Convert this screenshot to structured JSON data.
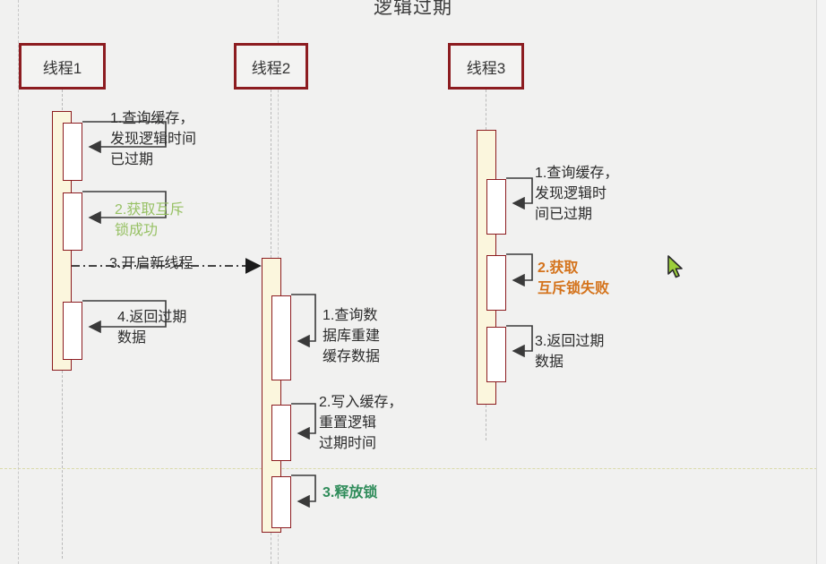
{
  "title": "逻辑过期",
  "colors": {
    "background": "#f1f1f0",
    "box_border": "#8c1c20",
    "activation_fill": "#fbf6dd",
    "inner_fill": "#ffffff",
    "text": "#2b2b2b",
    "green_light": "#97c164",
    "green_dark": "#2f8c5a",
    "orange": "#d4731c",
    "guide_line": "#d9d9a8",
    "cursor": "#9ccf3a"
  },
  "threads": [
    {
      "id": "thread1",
      "label": "线程1"
    },
    {
      "id": "thread2",
      "label": "线程2"
    },
    {
      "id": "thread3",
      "label": "线程3"
    }
  ],
  "messages": {
    "spawn_thread": "3.开启新线程"
  },
  "thread1_steps": [
    {
      "id": "t1s1",
      "text": "1.查询缓存，\n发现逻辑时间\n已过期",
      "color": "default"
    },
    {
      "id": "t1s2",
      "text": "2.获取互斥\n  锁成功",
      "color": "green_light"
    },
    {
      "id": "t1s3",
      "text": "4.返回过期\n数据",
      "color": "default"
    }
  ],
  "thread2_steps": [
    {
      "id": "t2s1",
      "text": "1.查询数\n据库重建\n缓存数据",
      "color": "default"
    },
    {
      "id": "t2s2",
      "text": "2.写入缓存，\n  重置逻辑\n过期时间",
      "color": "default"
    },
    {
      "id": "t2s3",
      "text": "3.释放锁",
      "color": "green_dark"
    }
  ],
  "thread3_steps": [
    {
      "id": "t3s1",
      "text": "1.查询缓存，\n发现逻辑时\n间已过期",
      "color": "default"
    },
    {
      "id": "t3s2",
      "text": "2.获取\n  互斥锁失败",
      "color": "orange"
    },
    {
      "id": "t3s3",
      "text": "3.返回过期\n数据",
      "color": "default"
    }
  ]
}
